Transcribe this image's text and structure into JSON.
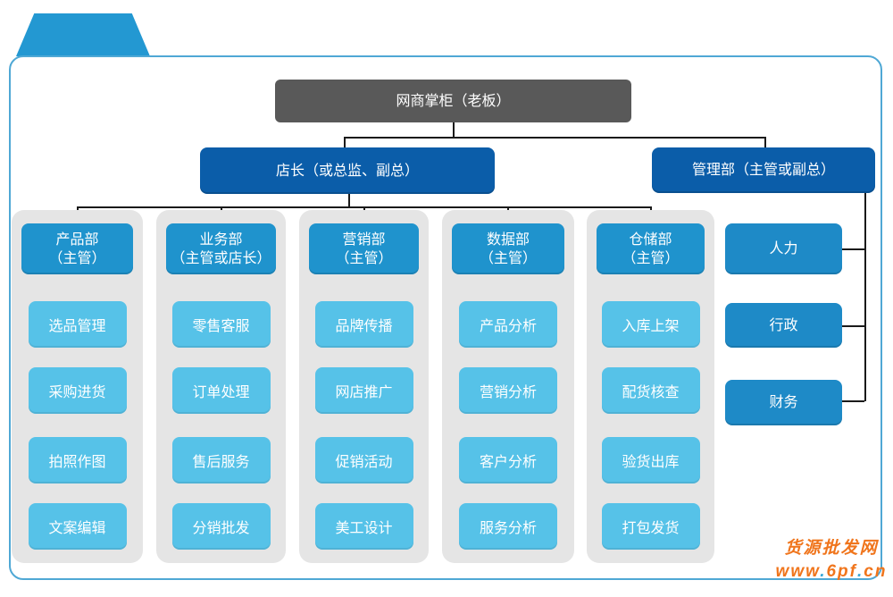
{
  "colors": {
    "accent": "#2398D2",
    "panel-border": "#4FA8D5",
    "root-box": "#595959",
    "level2-box": "#0B5DA9",
    "dept-header-box": "#1F93CD",
    "item-box": "#56C2E8",
    "admin-box": "#1E8AC7",
    "column-bg": "#E5E5E5",
    "connector": "#1A1A1A",
    "watermark": "#F0751C"
  },
  "org_chart": {
    "root": {
      "label": "网商掌柜（老板）"
    },
    "level2": [
      {
        "label": "店长（或总监、副总）"
      },
      {
        "label": "管理部（主管或副总）"
      }
    ],
    "departments": [
      {
        "title": "产品部",
        "subtitle": "（主管）",
        "items": [
          "选品管理",
          "采购进货",
          "拍照作图",
          "文案编辑"
        ]
      },
      {
        "title": "业务部",
        "subtitle": "（主管或店长）",
        "items": [
          "零售客服",
          "订单处理",
          "售后服务",
          "分销批发"
        ]
      },
      {
        "title": "营销部",
        "subtitle": "（主管）",
        "items": [
          "品牌传播",
          "网店推广",
          "促销活动",
          "美工设计"
        ]
      },
      {
        "title": "数据部",
        "subtitle": "（主管）",
        "items": [
          "产品分析",
          "营销分析",
          "客户分析",
          "服务分析"
        ]
      },
      {
        "title": "仓储部",
        "subtitle": "（主管）",
        "items": [
          "入库上架",
          "配货核查",
          "验货出库",
          "打包发货"
        ]
      }
    ],
    "management_units": [
      "人力",
      "行政",
      "财务"
    ]
  },
  "watermark": {
    "line1": "货源批发网",
    "line2_prefix": "www",
    "line2_mid": "6pf",
    "line2_suffix": "cn"
  }
}
